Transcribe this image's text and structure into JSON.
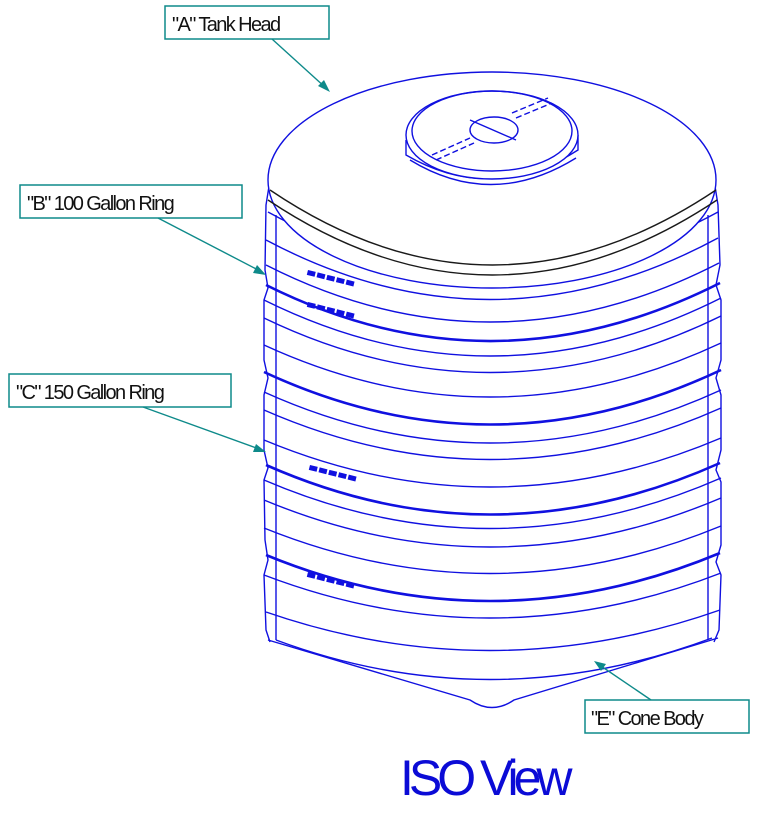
{
  "callouts": [
    {
      "id": "A",
      "label": "\"A\" Tank Head"
    },
    {
      "id": "B",
      "label": "\"B\" 100 Gallon Ring"
    },
    {
      "id": "C",
      "label": "\"C\" 150 Gallon Ring"
    },
    {
      "id": "E",
      "label": "\"E\" Cone Body"
    }
  ],
  "view_title": "ISO View",
  "colors": {
    "drawing_line": "#1010e0",
    "callout_line": "#0e8a8a",
    "title": "#0b0bd6"
  }
}
